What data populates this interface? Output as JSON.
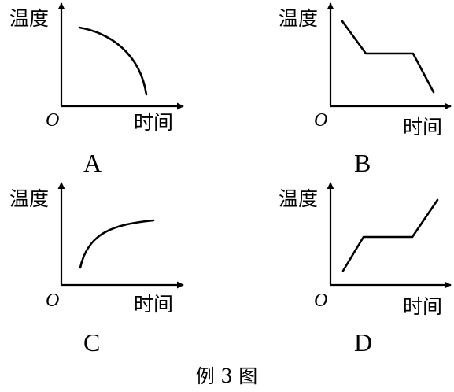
{
  "panels": [
    {
      "letter": "A",
      "y_axis_label": "温度",
      "x_axis_label": "时间",
      "origin_label": "O"
    },
    {
      "letter": "B",
      "y_axis_label": "温度",
      "x_axis_label": "时间",
      "origin_label": "O"
    },
    {
      "letter": "C",
      "y_axis_label": "温度",
      "x_axis_label": "时间",
      "origin_label": "O"
    },
    {
      "letter": "D",
      "y_axis_label": "温度",
      "x_axis_label": "时间",
      "origin_label": "O"
    }
  ],
  "caption": "例 3 图"
}
